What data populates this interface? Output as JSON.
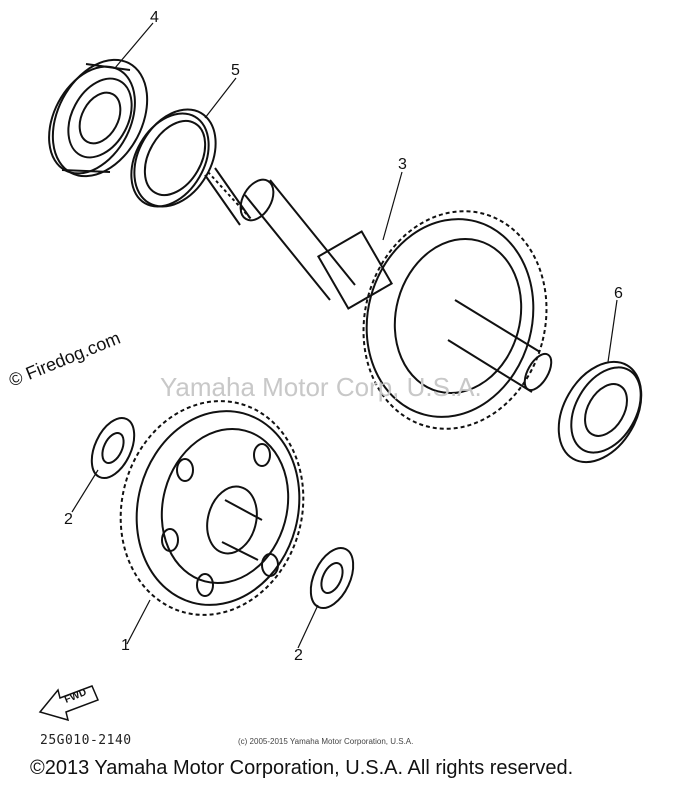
{
  "callouts": {
    "c1": "1",
    "c2a": "2",
    "c2b": "2",
    "c3": "3",
    "c4": "4",
    "c5": "5",
    "c6": "6"
  },
  "watermarks": {
    "center": "Yamaha Motor Corp, U.S.A.",
    "firedog": "© Firedog.com"
  },
  "fwd_label": "FWD",
  "part_code": "25G010-2140",
  "copyright_small": "(c) 2005-2015 Yamaha Motor Corporation, U.S.A.",
  "copyright_footer": "©2013 Yamaha Motor Corporation, U.S.A. All rights reserved."
}
